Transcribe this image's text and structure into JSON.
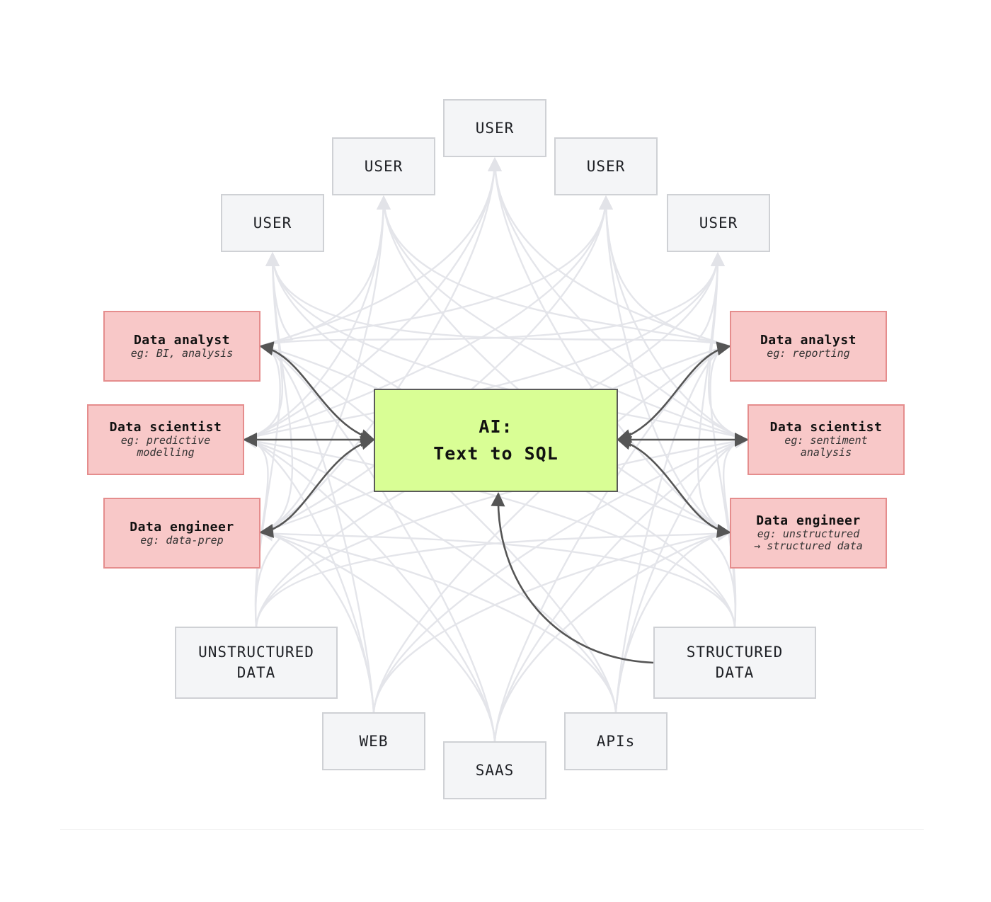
{
  "center": {
    "label": "AI:\nText to SQL"
  },
  "users": [
    {
      "label": "USER"
    },
    {
      "label": "USER"
    },
    {
      "label": "USER"
    },
    {
      "label": "USER"
    },
    {
      "label": "USER"
    }
  ],
  "roles_left": [
    {
      "title": "Data analyst",
      "subtitle": "eg: BI, analysis"
    },
    {
      "title": "Data scientist",
      "subtitle": "eg: predictive\nmodelling"
    },
    {
      "title": "Data engineer",
      "subtitle": "eg: data-prep"
    }
  ],
  "roles_right": [
    {
      "title": "Data analyst",
      "subtitle": "eg: reporting"
    },
    {
      "title": "Data scientist",
      "subtitle": "eg: sentiment\nanalysis"
    },
    {
      "title": "Data engineer",
      "subtitle": "eg: unstructured\n→ structured data"
    }
  ],
  "sources": [
    {
      "label": "UNSTRUCTURED\nDATA"
    },
    {
      "label": "WEB"
    },
    {
      "label": "SAAS"
    },
    {
      "label": "APIs"
    },
    {
      "label": "STRUCTURED\nDATA"
    }
  ],
  "colors": {
    "center_fill": "#d9fe95",
    "role_fill": "#f8c8c8",
    "role_border": "#e58d8d",
    "node_fill": "#f4f5f7",
    "node_border": "#cfd1d5",
    "faint_edge": "#e4e5ea",
    "dark_edge": "#555555"
  }
}
